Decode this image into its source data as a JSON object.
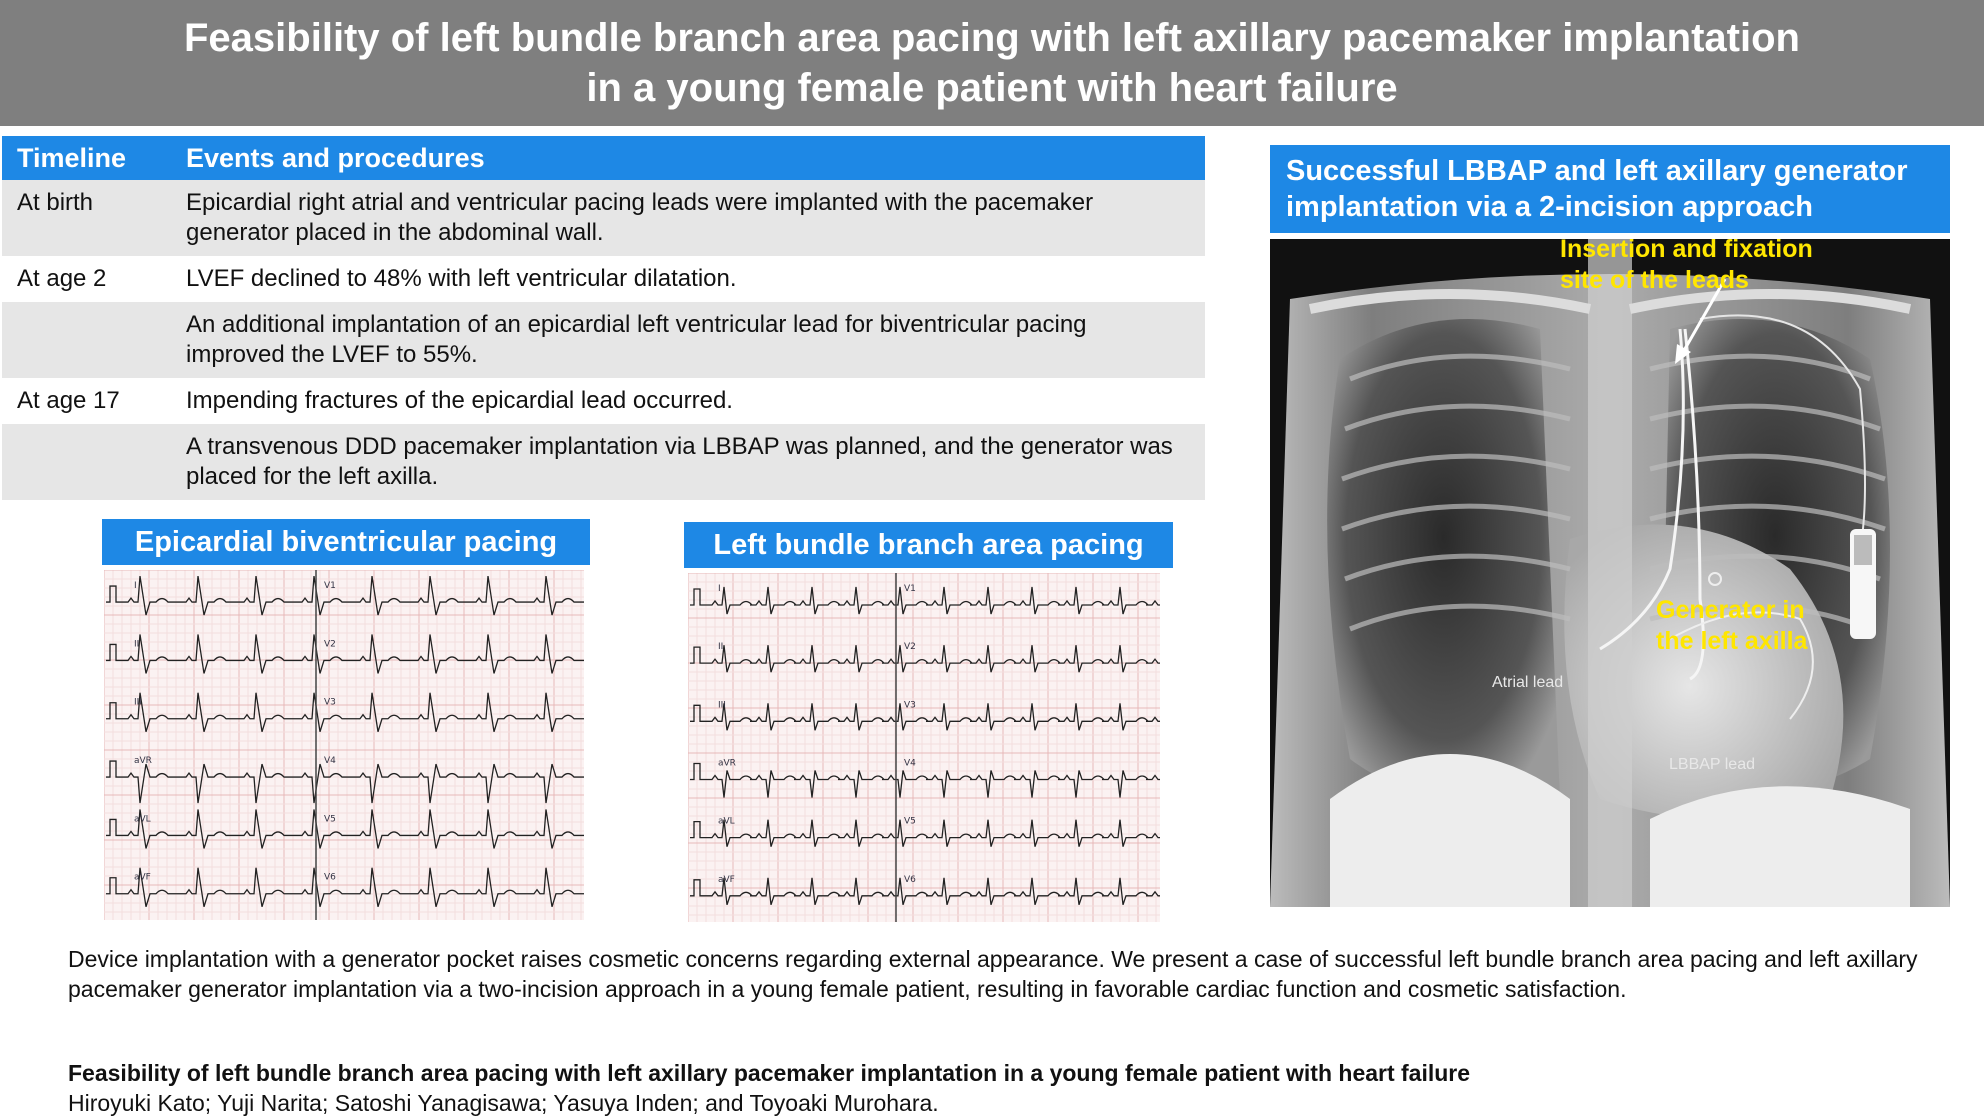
{
  "banner": {
    "line1": "Feasibility of left bundle branch area pacing with left axillary pacemaker implantation",
    "line2": "in a young female patient with heart failure"
  },
  "timeline": {
    "header": {
      "col1": "Timeline",
      "col2": "Events and procedures"
    },
    "rows": [
      {
        "time": "At birth",
        "event": "Epicardial right atrial and ventricular pacing leads were implanted with the pacemaker generator placed in the abdominal wall."
      },
      {
        "time": "At age 2",
        "event": "LVEF declined to 48% with left ventricular dilatation."
      },
      {
        "time": "",
        "event": "An additional implantation of an epicardial left ventricular lead for biventricular pacing improved the LVEF to 55%."
      },
      {
        "time": "At age 17",
        "event": "Impending fractures of the epicardial lead occurred."
      },
      {
        "time": "",
        "event": "A transvenous DDD pacemaker implantation via LBBAP was planned, and the generator was placed for the left axilla."
      }
    ]
  },
  "ecg_left": {
    "title": "Epicardial biventricular pacing",
    "leads_left": [
      "I",
      "II",
      "III",
      "aVR",
      "aVL",
      "aVF"
    ],
    "leads_right": [
      "V1",
      "V2",
      "V3",
      "V4",
      "V5",
      "V6"
    ]
  },
  "ecg_right": {
    "title": "Left bundle branch area pacing",
    "leads_left": [
      "I",
      "II",
      "III",
      "aVR",
      "aVL",
      "aVF"
    ],
    "leads_right": [
      "V1",
      "V2",
      "V3",
      "V4",
      "V5",
      "V6"
    ]
  },
  "xray": {
    "title_line1": "Successful LBBAP and left axillary generator",
    "title_line2": "implantation via a 2-incision approach",
    "label_insertion_1": "Insertion and fixation",
    "label_insertion_2": "site of the leads",
    "label_generator_1": "Generator in",
    "label_generator_2": "the left axilla",
    "label_atrial": "Atrial lead",
    "label_lbbap": "LBBAP lead",
    "label_color": "#ffe600"
  },
  "abstract": "Device implantation with a generator pocket raises cosmetic concerns regarding external appearance. We present a case of successful left bundle branch area pacing and left axillary pacemaker generator implantation via a two-incision approach in a young female patient, resulting in favorable cardiac function and cosmetic satisfaction.",
  "reference": {
    "title": "Feasibility of left bundle branch area pacing with left axillary pacemaker implantation in a young female patient with heart failure",
    "authors": "Hiroyuki Kato; Yuji Narita; Satoshi Yanagisawa; Yasuya Inden; and Toyoaki Murohara."
  },
  "colors": {
    "accent": "#1e88e5",
    "banner": "#7f7f7f",
    "row_shade": "#e6e6e6"
  }
}
